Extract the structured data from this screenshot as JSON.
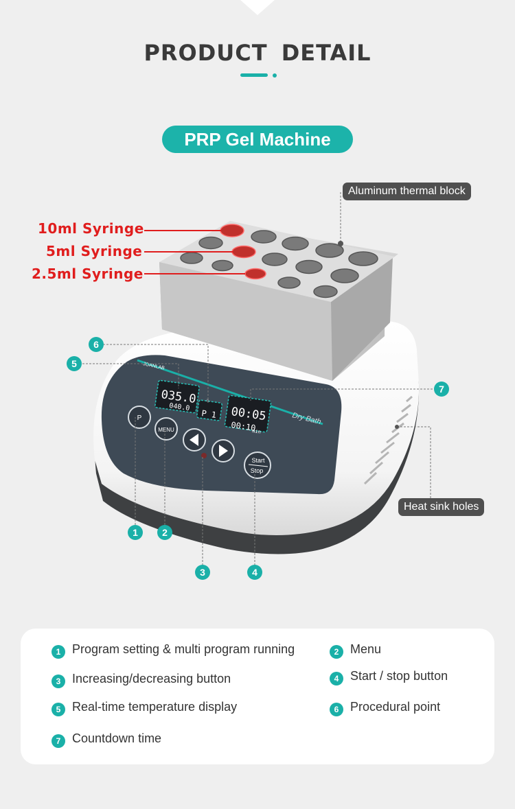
{
  "header": {
    "title": "PRODUCT  DETAIL"
  },
  "product": {
    "name": "PRP Gel Machine"
  },
  "callouts": {
    "aluminum_block": "Aluminum thermal block",
    "heat_sink": "Heat sink holes",
    "syringe_10": "10ml Syringe",
    "syringe_5": "5ml Syringe",
    "syringe_2_5": "2.5ml Syringe"
  },
  "device_display": {
    "brand": "JOANLAB",
    "temp": "035.0",
    "temp_small": "040.0",
    "program": "P 1",
    "time_main": "00:05",
    "time_sub": "00:10",
    "time_unit": "min",
    "label": "Dry Bath",
    "btn_p": "P",
    "btn_menu": "MENU",
    "btn_start": "Start",
    "btn_stop": "Stop"
  },
  "markers": [
    "1",
    "2",
    "3",
    "4",
    "5",
    "6",
    "7"
  ],
  "legend": [
    {
      "num": "1",
      "text": "Program setting & multi program running"
    },
    {
      "num": "2",
      "text": "Menu"
    },
    {
      "num": "3",
      "text": "Increasing/decreasing button"
    },
    {
      "num": "4",
      "text": "Start / stop button"
    },
    {
      "num": "5",
      "text": "Real-time temperature display"
    },
    {
      "num": "6",
      "text": "Procedural point"
    },
    {
      "num": "7",
      "text": "Countdown time"
    }
  ],
  "colors": {
    "accent": "#1ab0a8",
    "syringe_red": "#e01d1d",
    "panel": "#3e4a56"
  }
}
